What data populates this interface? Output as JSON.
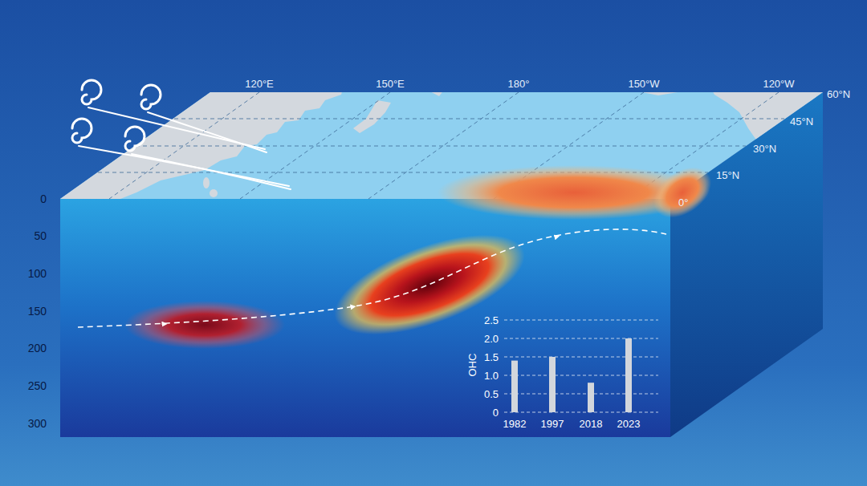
{
  "diagram": {
    "labels": [
      "120°E",
      "150°E",
      "180°",
      "150°W",
      "120°W",
      "60°N",
      "45°N",
      "30°N",
      "15°N",
      "0°",
      "0",
      "50",
      "100",
      "150",
      "200",
      "250",
      "300",
      "OHC",
      "0",
      "0.5",
      "1.0",
      "1.5",
      "2.0",
      "2.5",
      "1982",
      "1997",
      "2018",
      "2023"
    ]
  }
}
